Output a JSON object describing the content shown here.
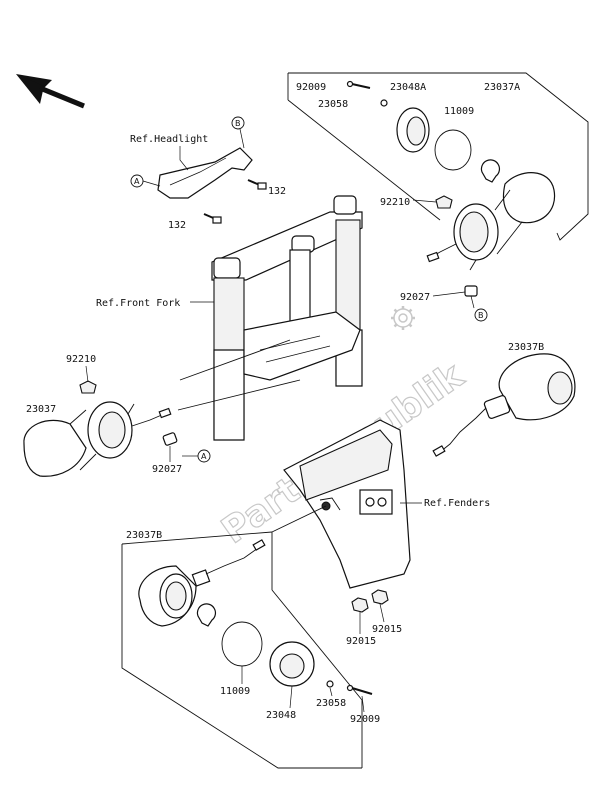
{
  "labels": {
    "p92009_top": "92009",
    "p23048A": "23048A",
    "p23037A": "23037A",
    "p23058_top": "23058",
    "p11009_top": "11009",
    "ref_headlight": "Ref.Headlight",
    "callout_b_top": "B",
    "callout_a_left": "A",
    "p132_right": "132",
    "p132_left": "132",
    "p92210_right": "92210",
    "p92027_right": "92027",
    "callout_b_right": "B",
    "ref_front_fork": "Ref.Front Fork",
    "p92210_left": "92210",
    "p23037_left": "23037",
    "p92027_left": "92027",
    "callout_a_mid": "A",
    "p23037B_right": "23037B",
    "ref_fenders": "Ref.Fenders",
    "p23037B_left": "23037B",
    "p92015_a": "92015",
    "p92015_b": "92015",
    "p11009_bottom": "11009",
    "p23048": "23048",
    "p23058_bottom": "23058",
    "p92009_bottom": "92009"
  },
  "watermark": "PartsRepublik",
  "icons": {
    "direction_arrow": "front-direction-arrow-icon",
    "gear": "gear-icon"
  }
}
